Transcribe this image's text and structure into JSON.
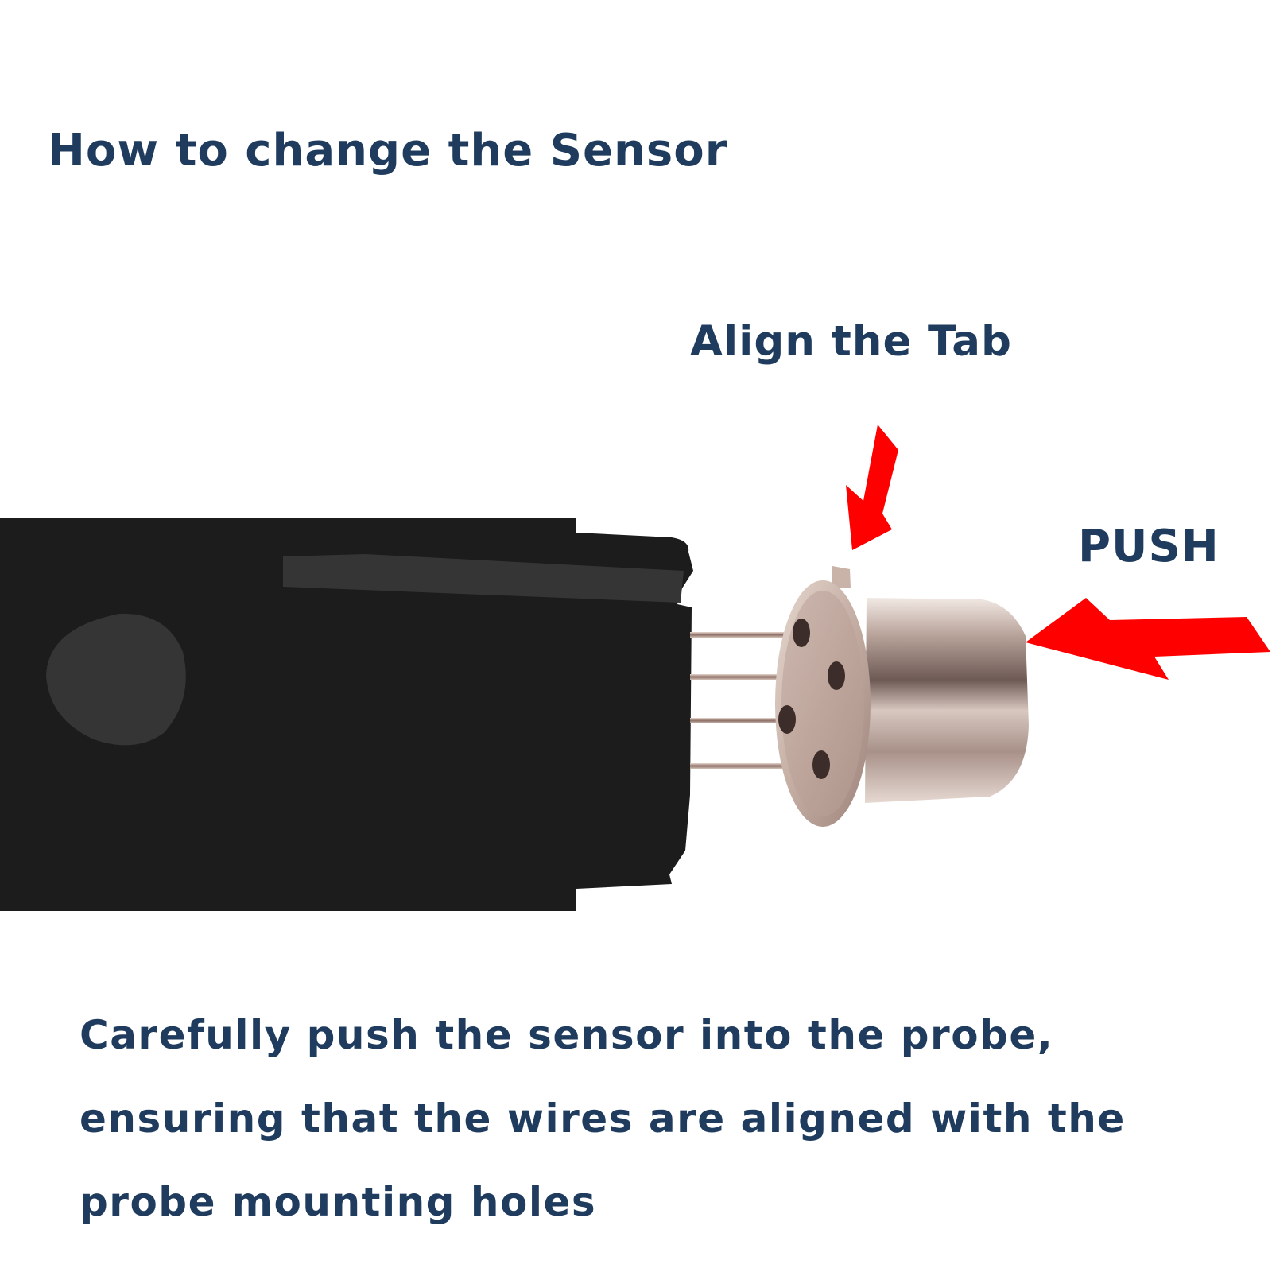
{
  "title": "How to change the Sensor",
  "labels": {
    "align_tab": "Align the Tab",
    "push": "PUSH"
  },
  "instructions": {
    "lines": [
      "Carefully push the sensor into the probe,",
      "ensuring that the wires are aligned with the",
      "probe mounting holes"
    ]
  },
  "colors": {
    "text": "#1f3b5e",
    "arrow": "#ff0000",
    "probe_body": "#1c1c1c",
    "probe_detail": "#353535",
    "sensor_metal": "#c9b6ad"
  },
  "icons": {
    "align_arrow": "arrow-down-left-icon",
    "push_arrow": "arrow-left-icon"
  }
}
